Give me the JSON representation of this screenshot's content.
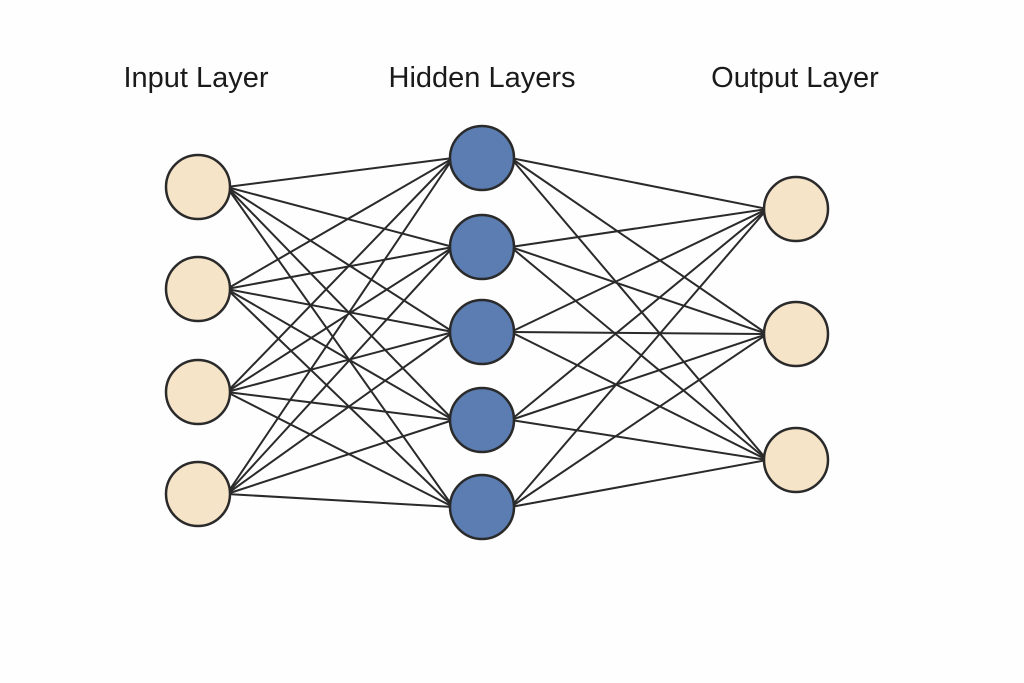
{
  "labels": {
    "input": "Input Layer",
    "hidden": "Hidden Layers",
    "output": "Output Layer"
  },
  "colors": {
    "input_fill": "#f6e4c8",
    "hidden_fill": "#5b7db1",
    "output_fill": "#f6e4c8",
    "stroke": "#2a2a2a",
    "background": "#fefefe"
  },
  "network": {
    "layers": [
      {
        "key": "input",
        "neuron_count": 4
      },
      {
        "key": "hidden",
        "neuron_count": 5
      },
      {
        "key": "output",
        "neuron_count": 3
      }
    ],
    "connectivity": "fully-connected"
  }
}
